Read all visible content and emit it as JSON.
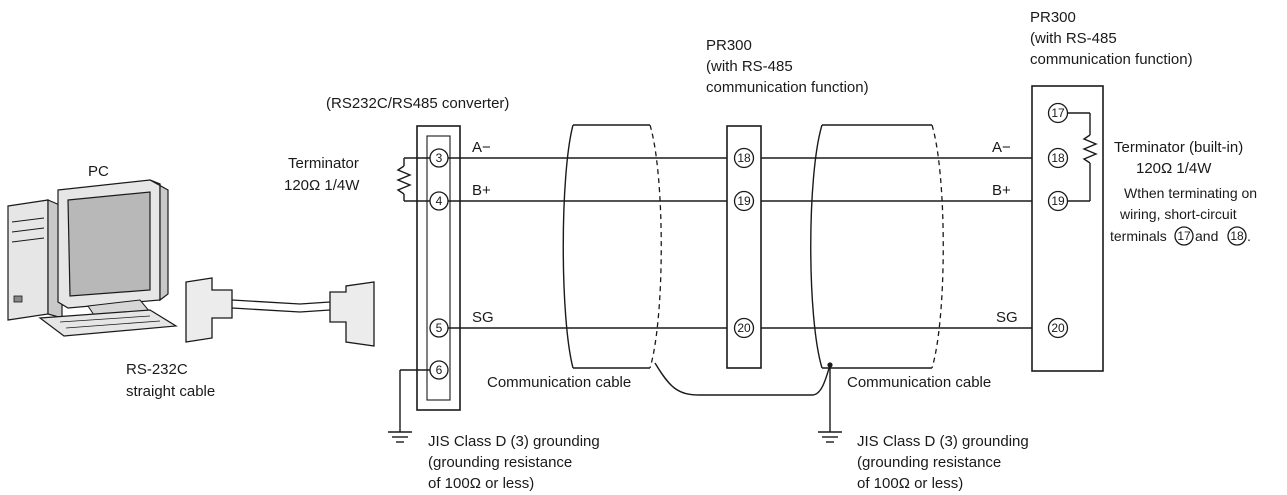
{
  "pc": {
    "label": "PC"
  },
  "rs232": {
    "line1": "RS-232C",
    "line2": "straight cable"
  },
  "converter": {
    "title": "(RS232C/RS485 converter)",
    "terminals": [
      "3",
      "4",
      "5",
      "6"
    ],
    "terminator_label": "Terminator",
    "terminator_value": "120Ω 1/4W"
  },
  "signals": {
    "a_minus": "A−",
    "b_plus": "B+",
    "sg": "SG"
  },
  "pr300_mid": {
    "line1": "PR300",
    "line2": "(with RS-485",
    "line3": "communication function)",
    "terminals": [
      "18",
      "19",
      "20"
    ]
  },
  "pr300_right": {
    "line1": "PR300",
    "line2": "(with RS-485",
    "line3": "communication function)",
    "terminals": [
      "17",
      "18",
      "19",
      "20"
    ],
    "terminator_label": "Terminator (built-in)",
    "terminator_value": "120Ω 1/4W",
    "note_line1": "Wthen terminating on",
    "note_line2": "wiring, short-circuit",
    "note_terminals_word": "terminals",
    "note_and": "and",
    "note_term_a": "17",
    "note_term_b": "18",
    "note_end": "."
  },
  "cables": {
    "label": "Communication cable"
  },
  "grounding": {
    "line1": "JIS Class D (3) grounding",
    "line2": "(grounding resistance",
    "line3": "of 100Ω or less)"
  },
  "colors": {
    "line": "#1a1a1a",
    "screen": "#b8b8b8",
    "case": "#e6e6e6"
  }
}
